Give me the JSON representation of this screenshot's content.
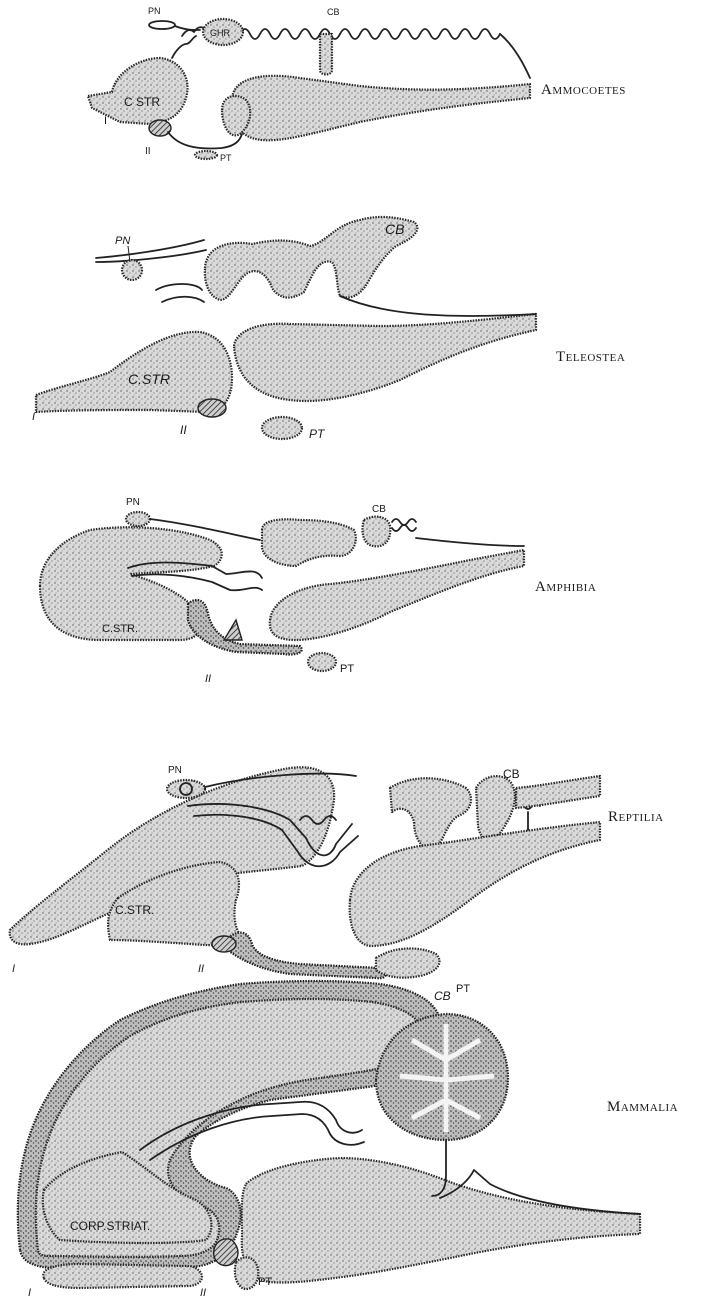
{
  "figure": {
    "panels": [
      {
        "id": "ammocoetes",
        "class_label": "Ammocoetes",
        "labels": {
          "pn": "PN",
          "ghr": "GHR",
          "cb": "CB",
          "cstr": "C STR",
          "one": "I",
          "two": "II",
          "pt": "PT"
        }
      },
      {
        "id": "teleostea",
        "class_label": "Teleostea",
        "labels": {
          "pn": "PN",
          "cb": "CB",
          "cstr": "C.STR",
          "one": "I",
          "two": "II",
          "pt": "PT"
        }
      },
      {
        "id": "amphibia",
        "class_label": "Amphibia",
        "labels": {
          "pn": "PN",
          "cb": "CB",
          "cstr": "C.STR.",
          "two": "II",
          "pt": "PT"
        }
      },
      {
        "id": "reptilia",
        "class_label": "Reptilia",
        "labels": {
          "pn": "PN",
          "cb": "CB",
          "cstr": "C.STR.",
          "one": "I",
          "two": "II",
          "pt": "PT"
        }
      },
      {
        "id": "mammalia",
        "class_label": "Mammalia",
        "labels": {
          "cb": "CB",
          "cstr": "CORP.STRIAT.",
          "one": "I",
          "two": "II",
          "pt": "PT"
        }
      }
    ]
  }
}
